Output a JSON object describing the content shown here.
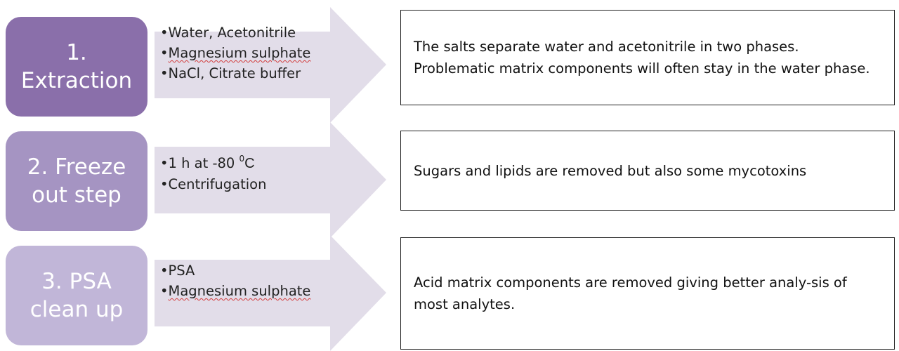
{
  "steps": [
    {
      "title_line1": "1.",
      "title_line2": "Extraction",
      "bullets": [
        "Water, Acetonitrile",
        "Magnesium sulphate",
        "NaCl, Citrate buffer"
      ],
      "note": "The salts separate water and acetonitrile in two phases. Problematic matrix components will often stay in the water phase."
    },
    {
      "title_line1": "2. Freeze",
      "title_line2": "out step",
      "bullets": [
        "1 h at -80 ",
        "Centrifugation"
      ],
      "bullet0_superscript": "0",
      "bullet0_unit": "C",
      "note": "Sugars and lipids are removed but also some mycotoxins"
    },
    {
      "title_line1": "3. PSA",
      "title_line2": "clean up",
      "bullets": [
        "PSA",
        "Magnesium sulphate"
      ],
      "note": "Acid matrix components are removed giving better analy-sis of most analytes."
    }
  ],
  "colors": {
    "step1_box": "#8a6faa",
    "step2_box": "#a594c2",
    "step3_box": "#c1b6d8",
    "arrow_fill": "#e2dde9",
    "note_border": "#222222"
  }
}
